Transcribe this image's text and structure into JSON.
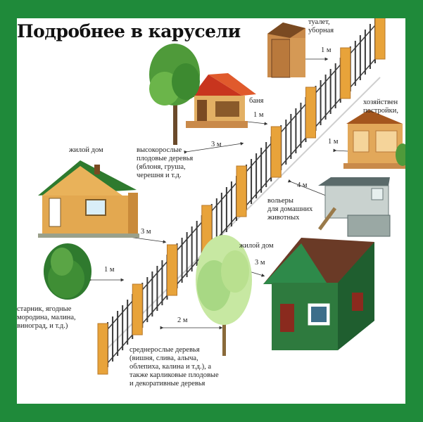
{
  "heading": "Подробнее в карусели",
  "labels": {
    "toilet": "туалет,\nуборная",
    "bath": "баня",
    "outbuildings": "хозяйствен\nпостройки,",
    "tall_trees": "высокорослые\nплодовые деревья\n(яблоня, груша,\nчерешня и т.д.",
    "house_left": "жилой дом",
    "aviary": "вольеры\nдля домашних\nживотных",
    "house_right": "жилой дом",
    "shrubs": "старник, ягодные\nмородина, малина,\nвиноград, и т.д.)",
    "medium_trees": "среднерослые деревья\n(вишня, слива, алыча,\nоблепиха, калина и т.д.), а\nтакже карликовые плодовые\nи декоративные деревья"
  },
  "distances": {
    "toilet": "1 м",
    "bath": "1 м",
    "tall_trees": "3 м",
    "outbuildings": "1 м",
    "aviary": "4 м",
    "house_left": "3 м",
    "shrubs": "1 м",
    "house_right": "3 м",
    "medium_trees": "2 м"
  },
  "colors": {
    "frame": "#1f8a3a",
    "fence_post": "#e8a33a",
    "fence_bar": "#3a3a3a",
    "green_house": "#2f7a3a",
    "wood": "#e0a64a"
  }
}
